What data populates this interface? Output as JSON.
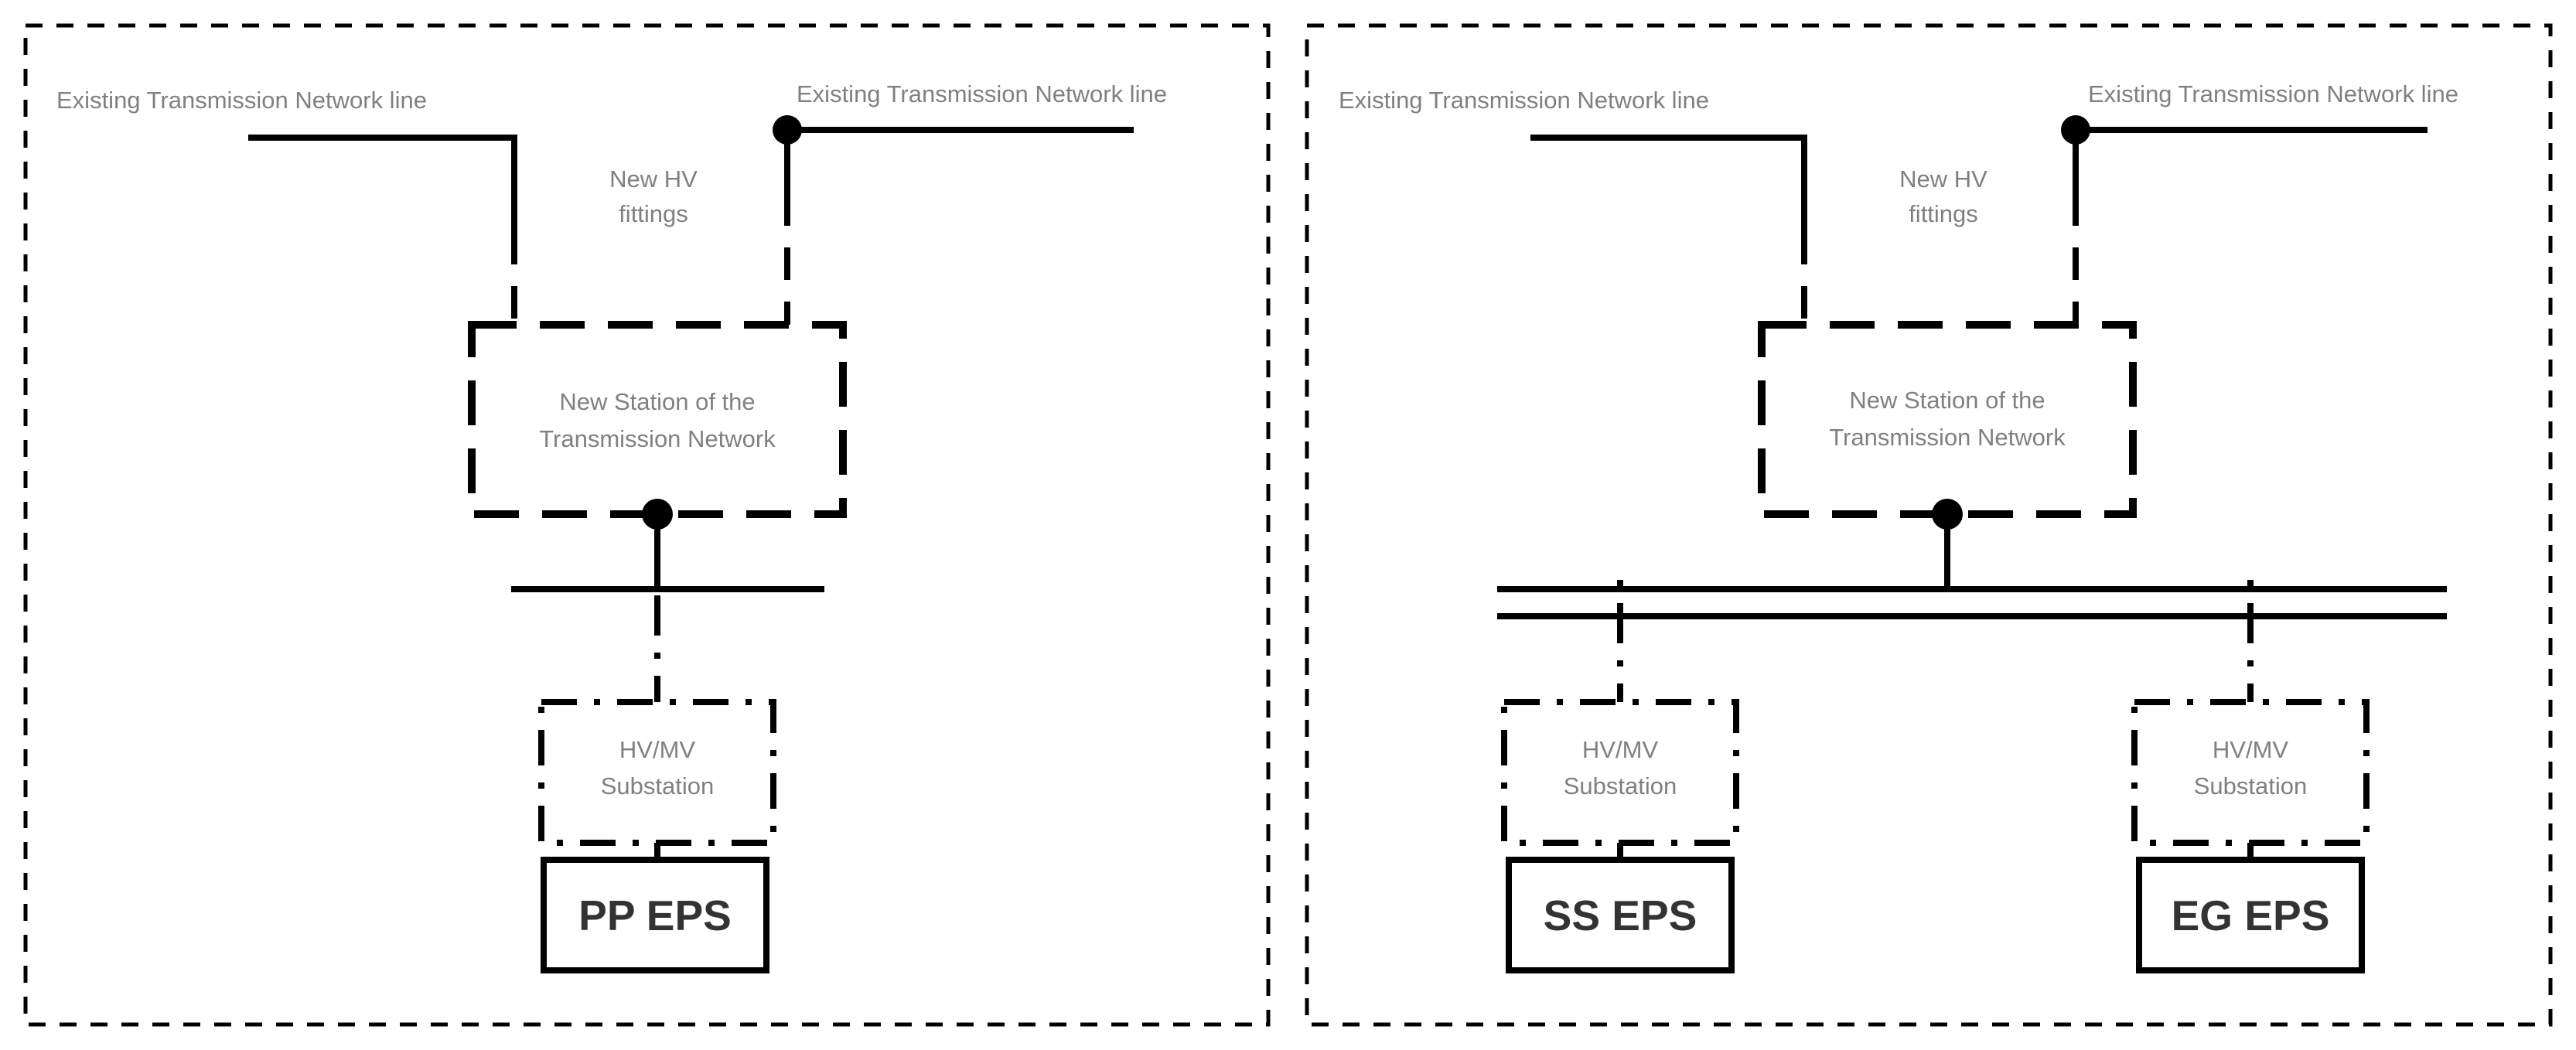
{
  "diagram": {
    "title_none": "",
    "panels": [
      {
        "id": "left",
        "name": "pp-eps-panel",
        "border_style": "dashed",
        "border_color": "#000000",
        "labels": {
          "line_left": "Existing Transmission Network line",
          "line_right": "Existing Transmission Network line",
          "fittings": "New HV\nfittings",
          "fittings_line1": "New HV",
          "fittings_line2": "fittings",
          "station_line1": "New Station of the",
          "station_line2": "Transmission Network",
          "substation_line1": "HV/MV",
          "substation_line2": "Substation"
        },
        "busbar_count": 1,
        "feeders": [
          {
            "eps_label": "PP EPS",
            "substation_line1": "HV/MV",
            "substation_line2": "Substation"
          }
        ]
      },
      {
        "id": "right",
        "name": "ss-eg-eps-panel",
        "border_style": "dashed",
        "border_color": "#000000",
        "labels": {
          "line_left": "Existing Transmission Network line",
          "line_right": "Existing Transmission Network line",
          "fittings": "New HV\nfittings",
          "fittings_line1": "New HV",
          "fittings_line2": "fittings",
          "station_line1": "New Station of the",
          "station_line2": "Transmission Network",
          "substation_line1": "HV/MV",
          "substation_line2": "Substation"
        },
        "busbar_count": 2,
        "feeders": [
          {
            "eps_label": "SS EPS",
            "substation_line1": "HV/MV",
            "substation_line2": "Substation"
          },
          {
            "eps_label": "EG EPS",
            "substation_line1": "HV/MV",
            "substation_line2": "Substation"
          }
        ]
      }
    ],
    "colors": {
      "line": "#000000",
      "label_text": "#808080",
      "eps_text": "#333333",
      "background": "#ffffff"
    },
    "legend_semantics": {
      "solid_line": "Existing Transmission Network line",
      "dashed_line": "New HV fittings",
      "dash_dot_box": "HV/MV Substation",
      "solid_box": "EPS"
    }
  }
}
